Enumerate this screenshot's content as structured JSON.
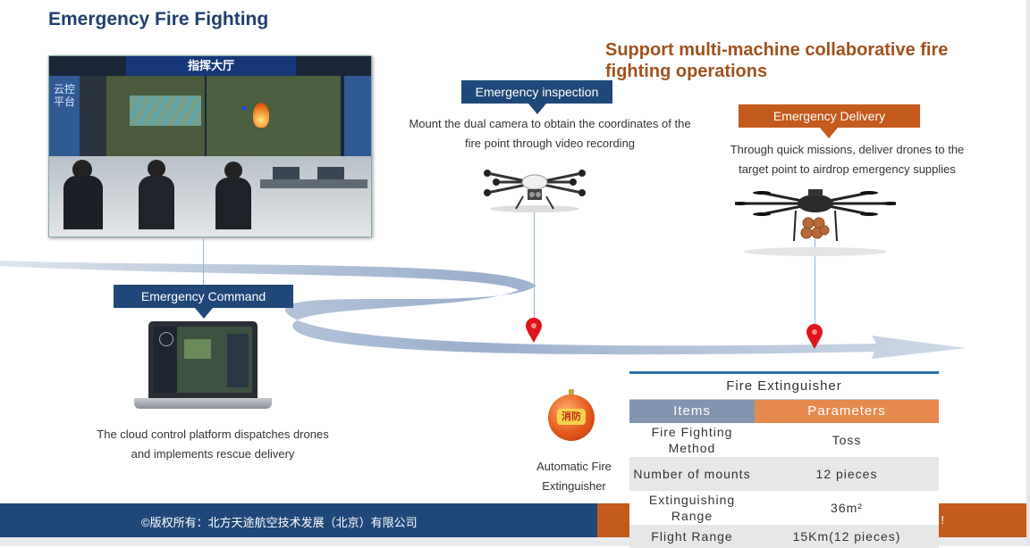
{
  "title": "Emergency Fire Fighting",
  "headline": "Support multi-machine collaborative fire fighting operations",
  "command_center": {
    "sign": "指挥大厅",
    "side_label": "云控平台"
  },
  "steps": {
    "command": {
      "label": "Emergency Command",
      "description": "The cloud control platform dispatches drones and implements rescue delivery"
    },
    "inspection": {
      "label": "Emergency inspection",
      "description": "Mount the dual camera to obtain the coordinates of the fire point through video recording"
    },
    "delivery": {
      "label": "Emergency Delivery",
      "description": "Through quick missions, deliver drones to the target point to airdrop emergency supplies"
    }
  },
  "extinguisher": {
    "caption": "Automatic Fire Extinguisher",
    "ball_text": "消防"
  },
  "table": {
    "title": "Fire Extinguisher",
    "headers": [
      "Items",
      "Parameters"
    ],
    "rows": [
      {
        "item": "Fire Fighting Method",
        "value": "Toss"
      },
      {
        "item": "Number of mounts",
        "value": "12 pieces"
      },
      {
        "item": "Extinguishing Range",
        "value": "36m²"
      },
      {
        "item": "Flight Range",
        "value": "15Km(12 pieces)"
      }
    ]
  },
  "footer": {
    "copyright": "©版权所有：北方天途航空技术发展（北京）有限公司",
    "right_fragment": "!"
  },
  "colors": {
    "navy": "#1f4878",
    "orange": "#c45a1c",
    "title_blue": "#1f3f6e",
    "headline_brown": "#a0521d",
    "table_head_items": "#8294b0",
    "table_head_params": "#e5894e"
  }
}
